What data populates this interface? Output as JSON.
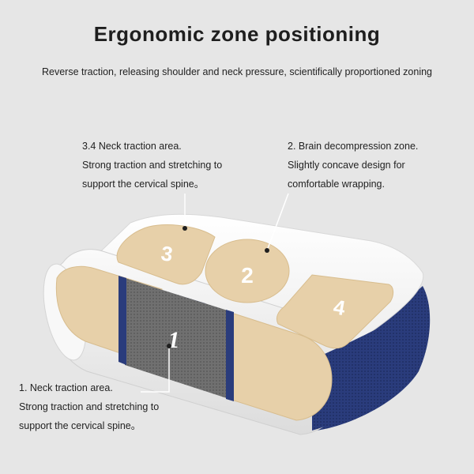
{
  "header": {
    "title": "Ergonomic zone positioning",
    "subtitle": "Reverse traction, releasing shoulder and neck pressure, scientifically proportioned zoning"
  },
  "callouts": {
    "zone34": {
      "line1": "3.4 Neck traction area.",
      "line2": "Strong traction and stretching to",
      "line3": "support the cervical spine。"
    },
    "zone2": {
      "line1": "2. Brain decompression zone.",
      "line2": "Slightly concave design for",
      "line3": "comfortable wrapping."
    },
    "zone1": {
      "line1": "1. Neck traction area.",
      "line2": "Strong traction and stretching to",
      "line3": "support the cervical spine。"
    }
  },
  "zones": {
    "one": "1",
    "two": "2",
    "three": "3",
    "four": "4"
  },
  "colors": {
    "background": "#e6e6e6",
    "pillow_white": "#f6f6f6",
    "zone_beige": "#e6cfa8",
    "mesh_navy": "#283a78",
    "center_gray": "#6e6e6e"
  }
}
